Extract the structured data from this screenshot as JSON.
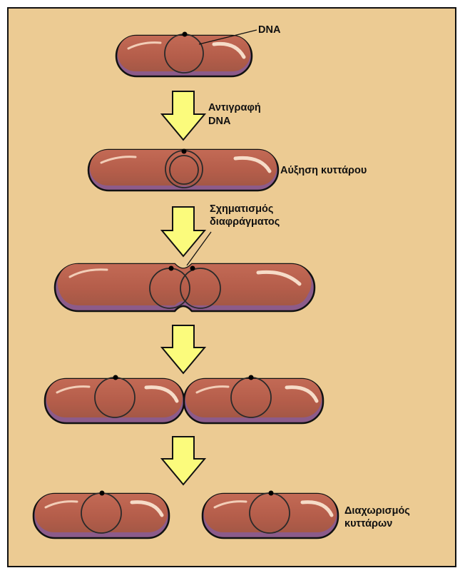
{
  "labels": {
    "dna": "DNA",
    "replication_line1": "Αντιγραφή",
    "replication_line2": "DNA",
    "growth": "Αύξηση κυττάρου",
    "septum_line1": "Σχηματισμός",
    "septum_line2": "διαφράγματος",
    "separation_line1": "Διαχωρισμός",
    "separation_line2": "κυττάρων"
  },
  "colors": {
    "background": "#eccb93",
    "cell_fill": "#b45d4a",
    "cell_shadow": "#8c5b8a",
    "arrow_fill": "#fbfb7c",
    "outline": "#111111"
  }
}
